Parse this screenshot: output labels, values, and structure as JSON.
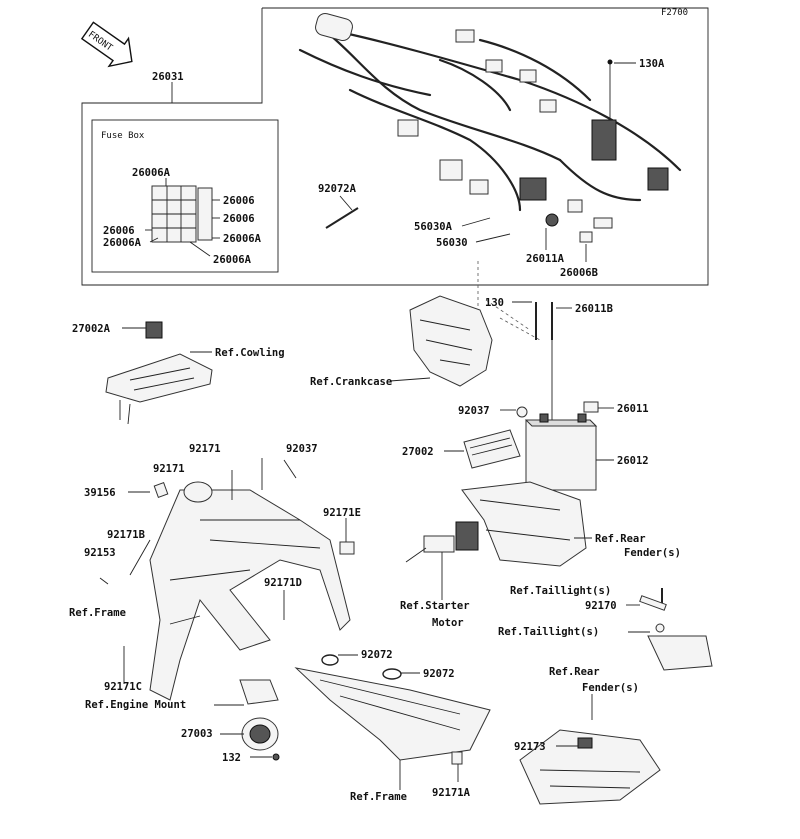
{
  "code": "F2700",
  "front_label": "FRONT",
  "fuse_box_title": "Fuse Box",
  "labels": {
    "harness": "26031",
    "p130A": "130A",
    "fuse_26006A_top": "26006A",
    "fuse_26006_r1": "26006",
    "fuse_26006_r2": "26006",
    "fuse_26006_l": "26006",
    "fuse_26006A_l": "26006A",
    "fuse_26006A_r": "26006A",
    "fuse_26006A_bot": "26006A",
    "p92072A": "92072A",
    "p56030A": "56030A",
    "p56030": "56030",
    "p26011A": "26011A",
    "p26006B": "26006B",
    "p130": "130",
    "p26011B": "26011B",
    "p27002A": "27002A",
    "ref_cowling": "Ref.Cowling",
    "ref_crankcase": "Ref.Crankcase",
    "p92037_r": "92037",
    "p26011": "26011",
    "p27002": "27002",
    "p26012": "26012",
    "p92171_a": "92171",
    "p92037_l": "92037",
    "p92171_b": "92171",
    "p39156": "39156",
    "p92171E": "92171E",
    "p92171B": "92171B",
    "p92153": "92153",
    "ref_rear_fender_1": "Ref.Rear",
    "ref_rear_fender_2": "Fender(s)",
    "p92171D": "92171D",
    "ref_starter_1": "Ref.Starter",
    "ref_starter_2": "Motor",
    "ref_taillight_1": "Ref.Taillight(s)",
    "p92170": "92170",
    "ref_taillight_2": "Ref.Taillight(s)",
    "ref_frame_1": "Ref.Frame",
    "p92072_a": "92072",
    "p92072_b": "92072",
    "p92171C": "92171C",
    "ref_engine_mount": "Ref.Engine Mount",
    "ref_rear_fender_3": "Ref.Rear",
    "ref_rear_fender_4": "Fender(s)",
    "p27003": "27003",
    "p92173": "92173",
    "p132": "132",
    "ref_frame_2": "Ref.Frame",
    "p92171A": "92171A"
  }
}
